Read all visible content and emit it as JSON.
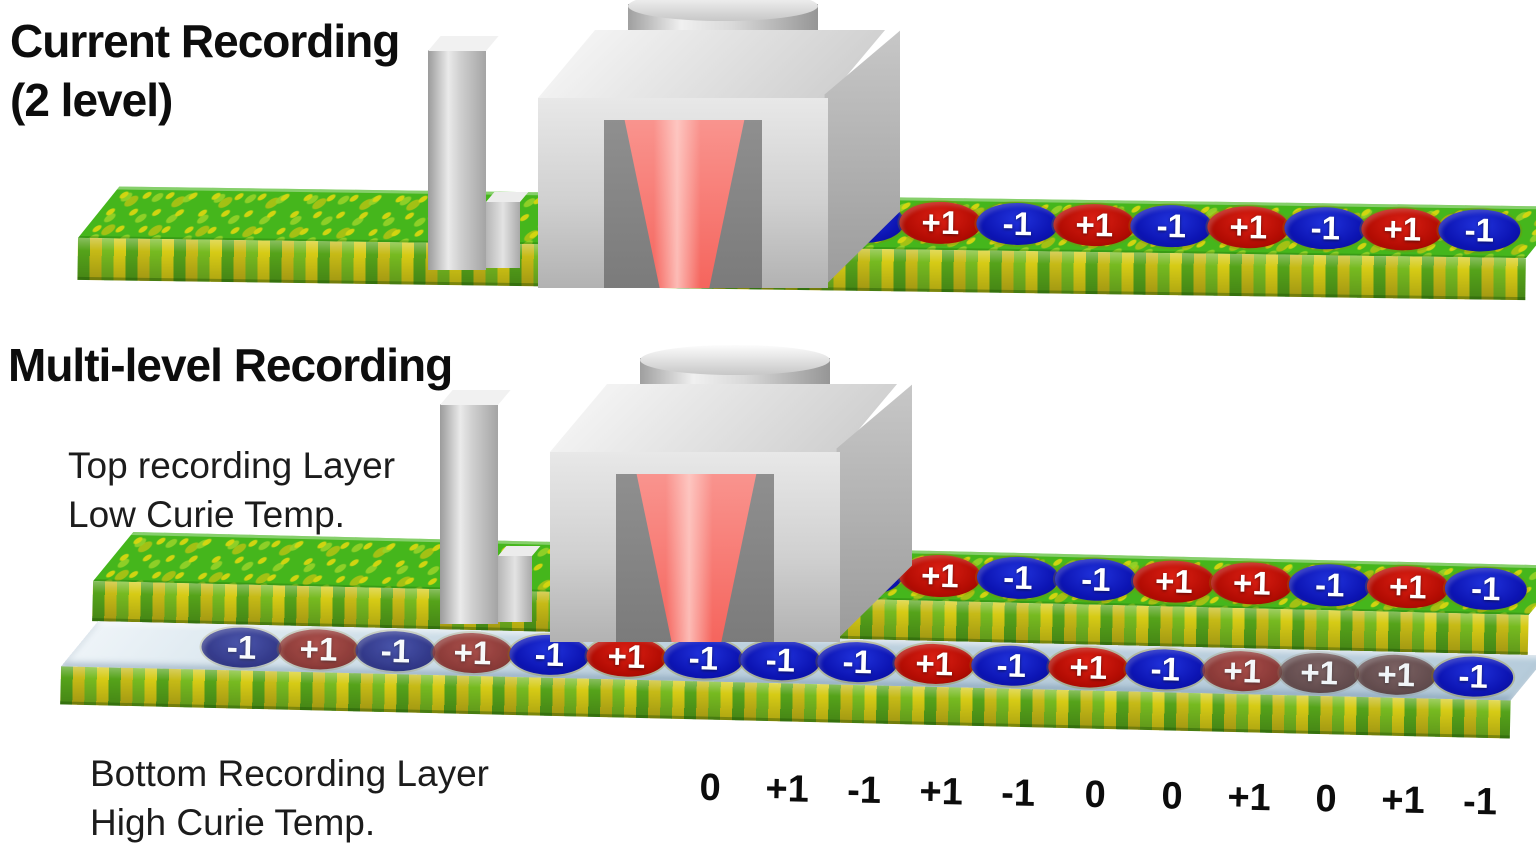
{
  "figure": {
    "current": {
      "title_line1": "Current Recording",
      "title_line2": "(2 level)",
      "bits": [
        {
          "label": "+1",
          "color": "red"
        },
        {
          "label": "-1",
          "color": "blue"
        },
        {
          "label": "+1",
          "color": "red"
        },
        {
          "label": "-1",
          "color": "blue"
        },
        {
          "label": "+1",
          "color": "red"
        },
        {
          "label": "-1",
          "color": "blue"
        },
        {
          "label": "+1",
          "color": "red"
        },
        {
          "label": "-1",
          "color": "blue"
        },
        {
          "label": "+1",
          "color": "red"
        },
        {
          "label": "-1",
          "color": "blue"
        }
      ]
    },
    "multilevel": {
      "title": "Multi-level Recording",
      "top_layer_label": {
        "line1": "Top recording Layer",
        "line2": "Low Curie Temp."
      },
      "bottom_layer_label": {
        "line1": "Bottom Recording Layer",
        "line2": "High Curie Temp."
      },
      "top_layer_bits": [
        {
          "label": "+1",
          "color": "red"
        },
        {
          "label": "-1",
          "color": "blue"
        },
        {
          "label": "+1",
          "color": "red"
        },
        {
          "label": "-1",
          "color": "blue"
        },
        {
          "label": "-1",
          "color": "blue"
        },
        {
          "label": "+1",
          "color": "red"
        },
        {
          "label": "+1",
          "color": "red"
        },
        {
          "label": "-1",
          "color": "blue"
        },
        {
          "label": "+1",
          "color": "red"
        },
        {
          "label": "-1",
          "color": "blue"
        }
      ],
      "bottom_layer_bits": [
        {
          "label": "-1",
          "color": "blue",
          "tone": "muted"
        },
        {
          "label": "+1",
          "color": "red",
          "tone": "muted"
        },
        {
          "label": "-1",
          "color": "blue",
          "tone": "muted"
        },
        {
          "label": "+1",
          "color": "red",
          "tone": "muted"
        },
        {
          "label": "-1",
          "color": "blue"
        },
        {
          "label": "+1",
          "color": "red"
        },
        {
          "label": "-1",
          "color": "blue"
        },
        {
          "label": "-1",
          "color": "blue"
        },
        {
          "label": "-1",
          "color": "blue"
        },
        {
          "label": "+1",
          "color": "red"
        },
        {
          "label": "-1",
          "color": "blue"
        },
        {
          "label": "+1",
          "color": "red"
        },
        {
          "label": "-1",
          "color": "blue"
        },
        {
          "label": "+1",
          "color": "red",
          "tone": "muted"
        },
        {
          "label": "+1",
          "color": "red",
          "tone": "glassy"
        },
        {
          "label": "+1",
          "color": "red",
          "tone": "glassy"
        },
        {
          "label": "-1",
          "color": "blue"
        }
      ],
      "readback_values": [
        "0",
        "+1",
        "-1",
        "+1",
        "-1",
        "0",
        "0",
        "+1",
        "0",
        "+1",
        "-1"
      ]
    },
    "colors": {
      "bit_positive": "#b30c03",
      "bit_negative": "#0c14b3",
      "media_green": "#45b61c",
      "media_yellow": "#d0c415",
      "beam_pink": "#fa645c"
    }
  }
}
